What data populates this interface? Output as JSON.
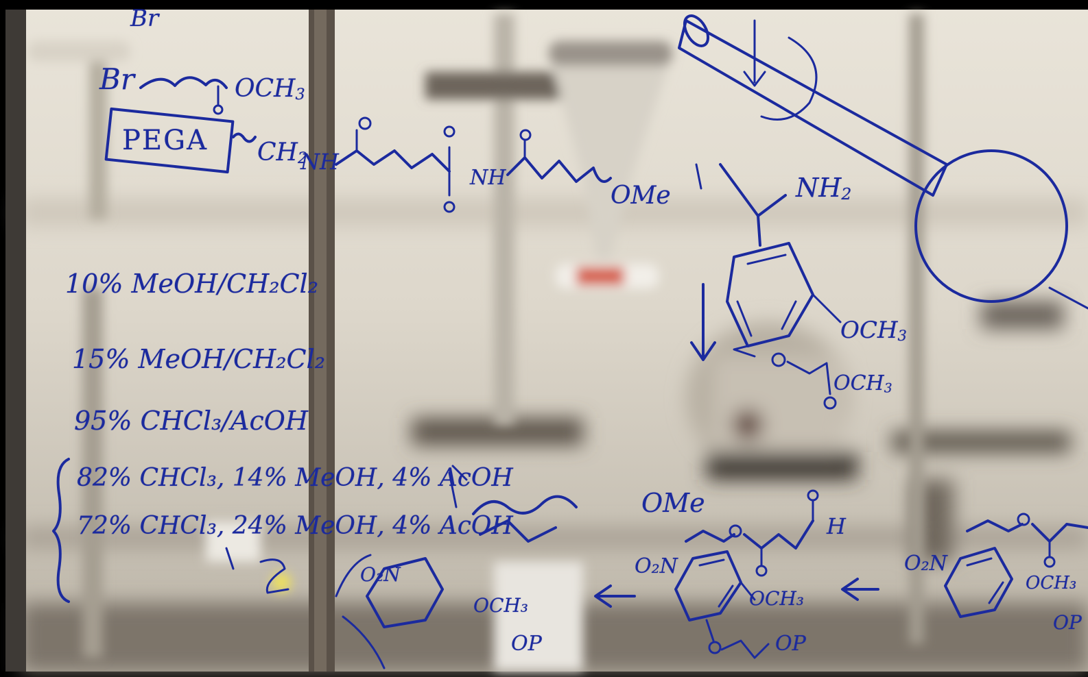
{
  "scene": {
    "description_name": "handwritten-chemistry-on-glass",
    "ink_color": "#1b2a9e"
  },
  "notes": {
    "top_cut_prefix": "Br",
    "bromo_ester": "Br",
    "bromo_ester_och3": "OCH",
    "bromo_ester_och3_sub": "3",
    "pega_label": "PEGA",
    "pega_linker": "CH",
    "pega_linker_sub": "2",
    "pega_nh": "NH",
    "sulfonyl_nh": "NH",
    "ome_1": "OMe",
    "solvent_1": "10% MeOH/CH₂Cl₂",
    "solvent_2": "15% MeOH/CH₂Cl₂",
    "solvent_3": "95% CHCl₃/AcOH",
    "solvent_4": "82% CHCl₃, 14% MeOH, 4% AcOH",
    "solvent_5": "72% CHCl₃, 24% MeOH, 4% AcOH",
    "ome_2": "OMe",
    "nh2": "NH",
    "nh2_sub": "2",
    "och3_right": "OCH",
    "och3_right_sub": "3",
    "och3_ester": "OCH",
    "och3_ester_sub": "3",
    "aldehyde_h": "H",
    "o2n_left": "O₂N",
    "o2n_mid": "O₂N",
    "o2n_right": "O₂N",
    "och3_bottom_left": "OCH₃",
    "och3_bottom_mid": "OCH₃",
    "och3_bottom_right": "OCH₃",
    "op_left": "OP",
    "op_mid": "OP",
    "op_right": "OP"
  }
}
